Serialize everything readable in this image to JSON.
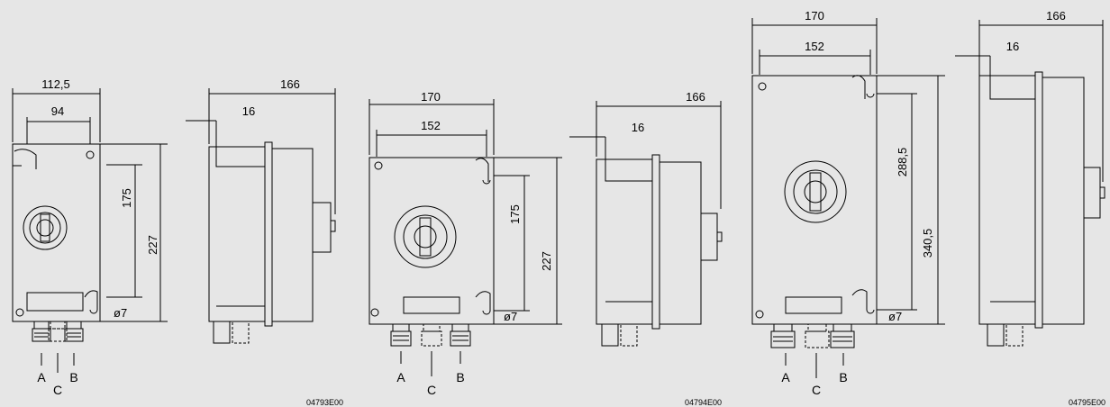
{
  "background": "#e6e6e6",
  "line_color": "#000000",
  "drawings": [
    {
      "id": "04793E00",
      "code": "04793E00",
      "front": {
        "width": "112,5",
        "hole_spacing_x": "94",
        "hole_spacing_y": "175",
        "height": "227",
        "hole": "ø7"
      },
      "side": {
        "depth": "166",
        "flange": "16"
      },
      "glands": [
        "A",
        "C",
        "B"
      ]
    },
    {
      "id": "04794E00",
      "code": "04794E00",
      "front": {
        "width": "170",
        "hole_spacing_x": "152",
        "hole_spacing_y": "175",
        "height": "227",
        "hole": "ø7"
      },
      "side": {
        "depth": "166",
        "flange": "16"
      },
      "glands": [
        "A",
        "C",
        "B"
      ]
    },
    {
      "id": "04795E00",
      "code": "04795E00",
      "front": {
        "width": "170",
        "hole_spacing_x": "152",
        "hole_spacing_y": "288,5",
        "height": "340,5",
        "hole": "ø7"
      },
      "side": {
        "depth": "166",
        "flange": "16"
      },
      "glands": [
        "A",
        "C",
        "B"
      ]
    }
  ]
}
